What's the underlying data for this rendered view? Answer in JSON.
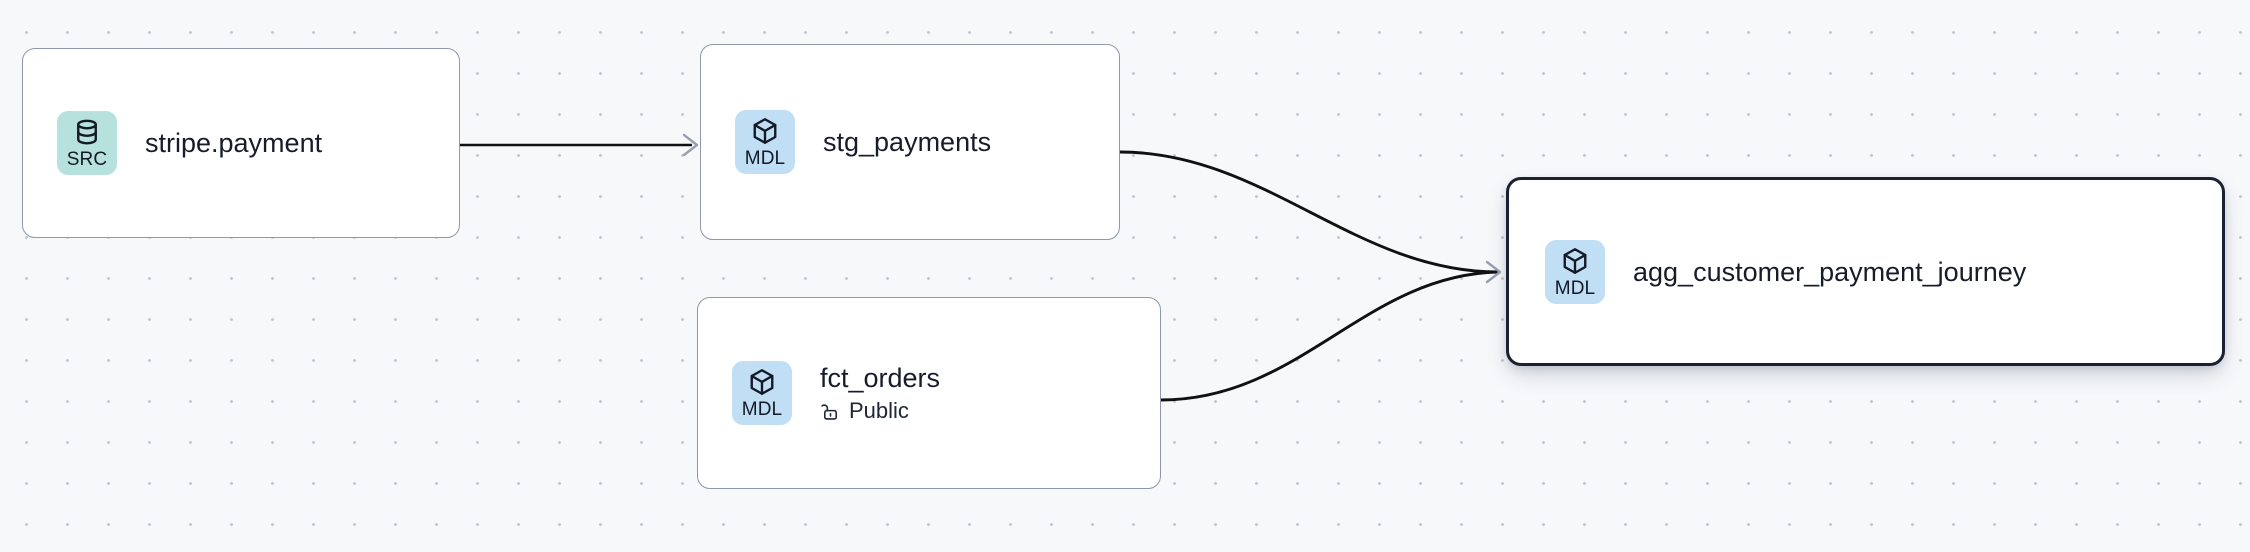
{
  "canvas": {
    "background_color": "#f6f8fa",
    "grid": "dot-grid"
  },
  "palette": {
    "source_badge": "#b6e1dd",
    "model_badge": "#c0dff5",
    "node_border": "#8f98ab",
    "selected_border": "#1b2133",
    "edge_stroke": "#111111",
    "arrowhead": "#98a0b0",
    "text": "#181c2a"
  },
  "graph": {
    "nodes": [
      {
        "id": "stripe-payment",
        "title": "stripe.payment",
        "kind_label": "SRC",
        "kind": "source",
        "icon": "database-icon",
        "selected": false,
        "subtitle": null
      },
      {
        "id": "stg-payments",
        "title": "stg_payments",
        "kind_label": "MDL",
        "kind": "model",
        "icon": "cube-icon",
        "selected": false,
        "subtitle": null
      },
      {
        "id": "fct-orders",
        "title": "fct_orders",
        "kind_label": "MDL",
        "kind": "model",
        "icon": "cube-icon",
        "selected": false,
        "subtitle": "Public",
        "subtitle_icon": "unlock-icon"
      },
      {
        "id": "agg-customer-payment-journey",
        "title": "agg_customer_payment_journey",
        "kind_label": "MDL",
        "kind": "model",
        "icon": "cube-icon",
        "selected": true,
        "subtitle": null
      }
    ],
    "edges": [
      {
        "id": "e1",
        "from": "stripe-payment",
        "to": "stg-payments",
        "style": "straight"
      },
      {
        "id": "e2",
        "from": "stg-payments",
        "to": "agg-customer-payment-journey",
        "style": "bezier"
      },
      {
        "id": "e3",
        "from": "fct-orders",
        "to": "agg-customer-payment-journey",
        "style": "bezier"
      }
    ]
  }
}
